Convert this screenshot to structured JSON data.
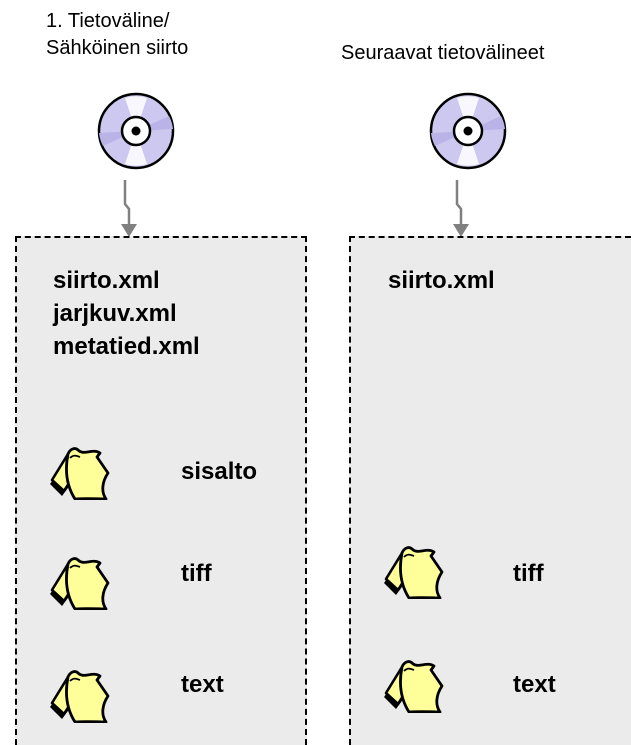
{
  "left": {
    "label_line1": "1. Tietoväline/",
    "label_line2": "Sähköinen siirto",
    "files": [
      "siirto.xml",
      "jarjkuv.xml",
      "metatied.xml"
    ],
    "folders": [
      "sisalto",
      "tiff",
      "text"
    ]
  },
  "right": {
    "label": "Seuraavat tietovälineet",
    "files": [
      "siirto.xml"
    ],
    "folders": [
      "tiff",
      "text"
    ]
  },
  "colors": {
    "panel_bg": "#ebebeb",
    "folder_fill": "#ffff99",
    "disc": "#cdc8ef",
    "connector": "#808080"
  },
  "icons": {
    "disc": "cd-disc-icon",
    "folder": "folder-icon"
  }
}
